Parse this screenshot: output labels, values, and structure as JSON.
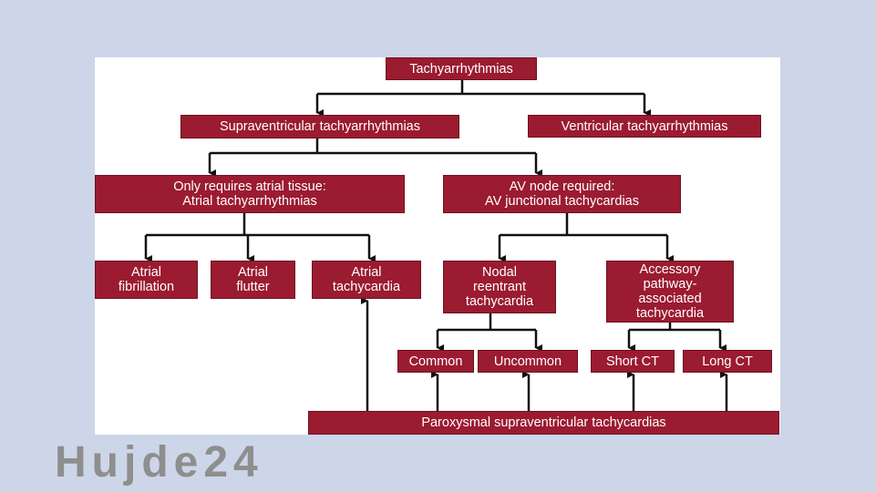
{
  "colors": {
    "background": "#cdd5e8",
    "box": "#9b1b30",
    "box_text": "#ffffff",
    "line": "#111111"
  },
  "nodes": {
    "root": "Tachyarrhythmias",
    "supraventricular": "Supraventricular tachyarrhythmias",
    "ventricular": "Ventricular tachyarrhythmias",
    "atrial_group": "Only requires atrial tissue:\nAtrial tachyarrhythmias",
    "av_group": "AV node required:\nAV junctional tachycardias",
    "atrial_fibrillation": "Atrial\nfibrillation",
    "atrial_flutter": "Atrial\nflutter",
    "atrial_tachycardia": "Atrial\ntachycardia",
    "nodal_reentrant": "Nodal\nreentrant\ntachycardia",
    "accessory_pathway": "Accessory\npathway-\nassociated\ntachycardia",
    "common": "Common",
    "uncommon": "Uncommon",
    "short_ct": "Short CT",
    "long_ct": "Long CT",
    "paroxysmal": "Paroxysmal supraventricular tachycardias"
  },
  "watermark": "Hujde24"
}
